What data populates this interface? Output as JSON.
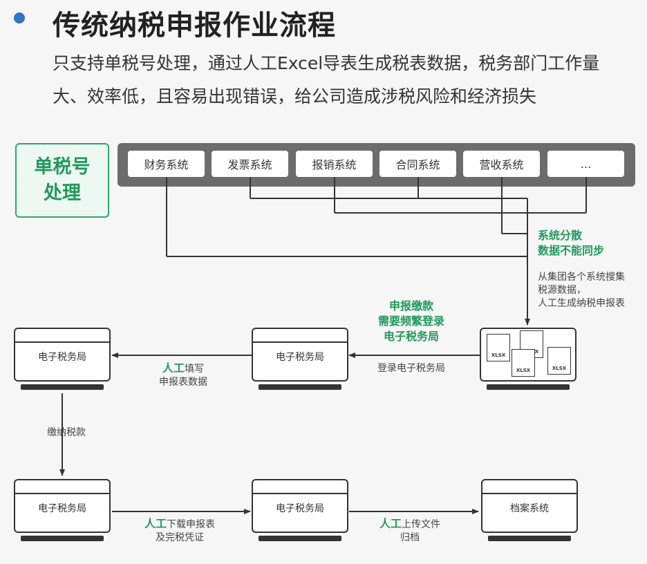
{
  "header": {
    "title": "传统纳税申报作业流程",
    "desc_line1": "只支持单税号处理，通过人工Excel导表生成税表数据，税务部门工作量",
    "desc_line2": "大、效率低，且容易出现错误，给公司造成涉税风险和经济损失"
  },
  "single_tax": {
    "line1": "单税号",
    "line2": "处理"
  },
  "systems": [
    "财务系统",
    "发票系统",
    "报销系统",
    "合同系统",
    "营收系统",
    "…"
  ],
  "annotations": {
    "scattered_line1": "系统分散",
    "scattered_line2": "数据不能同步",
    "collect_line1": "从集团各个系统搜集",
    "collect_line2": "税源数据，",
    "collect_line3": "人工生成纳税申报表",
    "freq_line1": "申报缴款",
    "freq_line2": "需要频繁登录",
    "freq_line3": "电子税务局",
    "login": "登录电子税务局",
    "fill_strong": "人工",
    "fill_rest": "填写",
    "fill_line2": "申报表数据",
    "pay": "缴纳税款",
    "download_strong": "人工",
    "download_rest": "下载申报表",
    "download_line2": "及完税凭证",
    "upload_strong": "人工",
    "upload_rest": "上传文件",
    "upload_line2": "归档"
  },
  "monitors": {
    "m1": "电子税务局",
    "m2": "电子税务局",
    "m3": "电子税务局",
    "m4": "电子税务局",
    "m5": "档案系统"
  },
  "files": [
    "XLSX",
    "XLSX",
    "XLSX",
    "XLSX"
  ],
  "colors": {
    "accent_green": "#1f9a5a",
    "title_dot": "#2b78c9",
    "bar_gray": "#6c6c6c"
  }
}
